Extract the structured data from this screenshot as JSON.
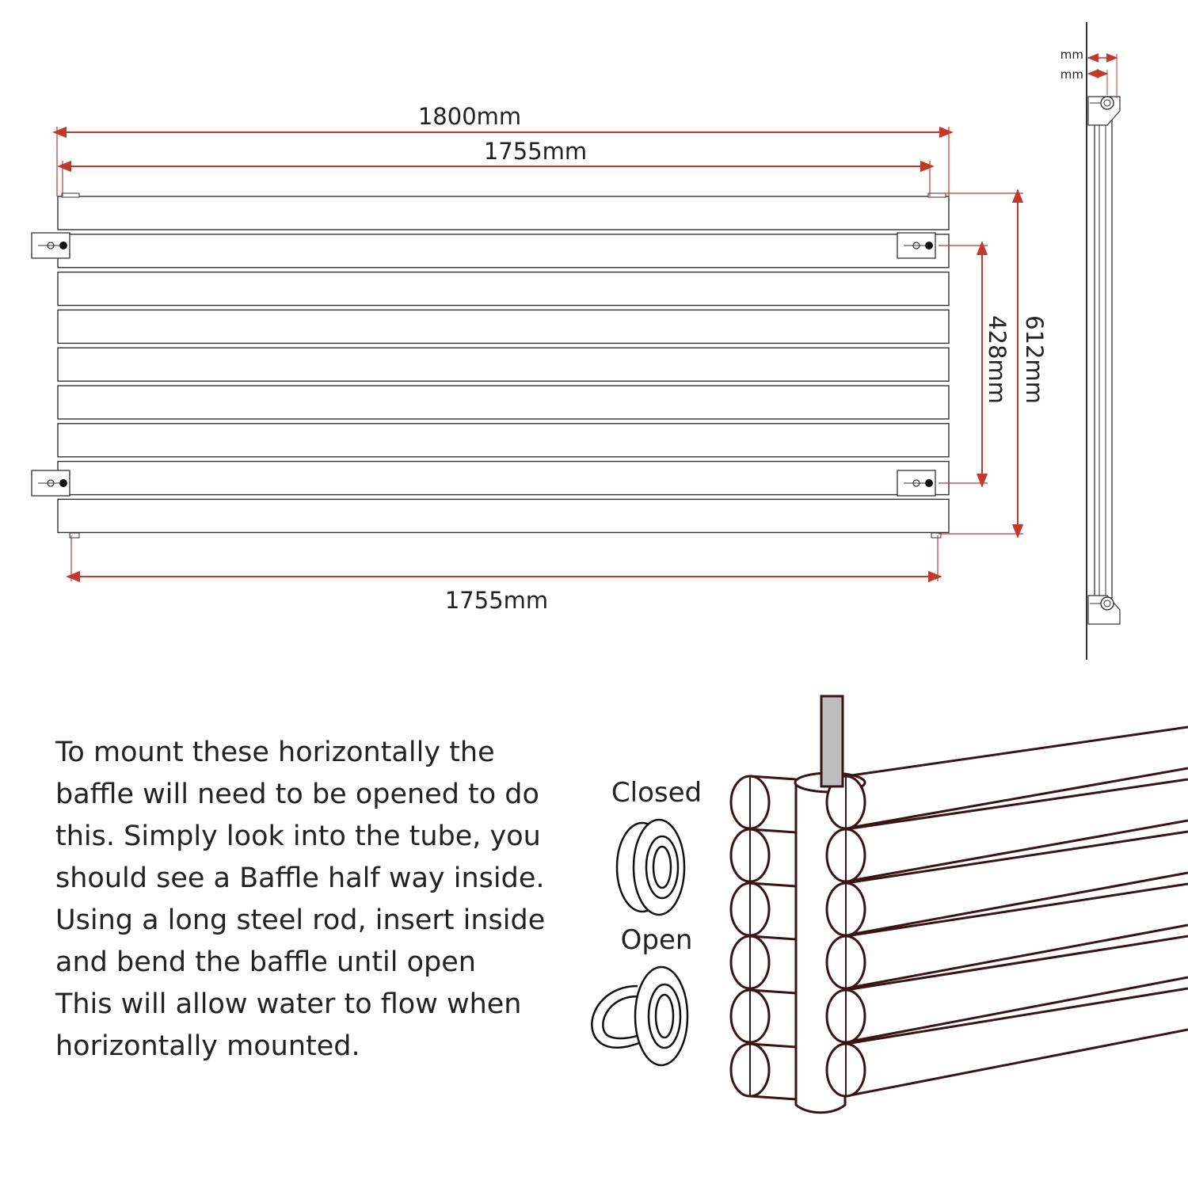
{
  "dimensions": {
    "overall_width": "1800mm",
    "tube_width": "1755mm",
    "bracket_span": "1755mm",
    "bracket_height": "428mm",
    "overall_height": "612mm",
    "side_top": "mm",
    "side_bottom": "mm"
  },
  "baffle": {
    "closed_label": "Closed",
    "open_label": "Open"
  },
  "instructions": [
    "To mount these horizontally the baffle will need to be opened to do this. Simply look into the tube, you should see a Baffle half way inside.",
    "Using a long steel rod, insert inside and bend the baffle until open",
    "This will allow water to flow when horizontally mounted."
  ],
  "colors": {
    "dimension_line": "#c0392b",
    "outline": "#333333",
    "tube_outline": "#3a1414",
    "rod_fill": "#bdbdbd"
  }
}
